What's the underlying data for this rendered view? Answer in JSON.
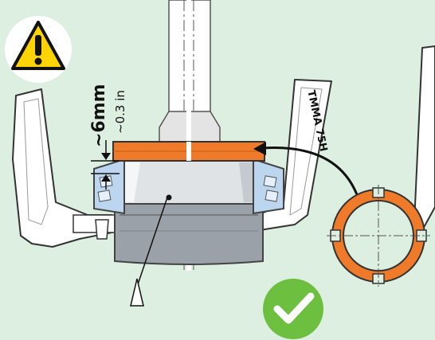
{
  "annotations": {
    "distance_mm": "~6mm",
    "distance_in": "~0.3 in",
    "tool_label": "TMMA 75H"
  },
  "icons": {
    "warning": "warning-icon",
    "ok": "checkmark-icon"
  },
  "colors": {
    "background": "#dcefe1",
    "nut_orange": "#ef7b2a",
    "warning_yellow": "#ffd400",
    "check_green": "#6cbf3f",
    "bearing_blue": "#bcd6ef"
  }
}
